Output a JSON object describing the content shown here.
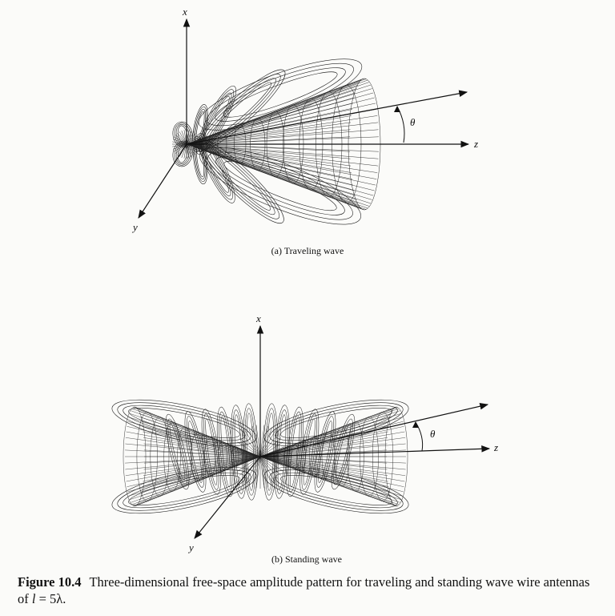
{
  "panel_a": {
    "subcaption": "(a) Traveling wave",
    "axis_x": "x",
    "axis_y": "y",
    "axis_z": "z",
    "angle": "θ"
  },
  "panel_b": {
    "subcaption": "(b) Standing wave",
    "axis_x": "x",
    "axis_y": "y",
    "axis_z": "z",
    "angle": "θ"
  },
  "caption": {
    "figure_number": "Figure 10.4",
    "text_1": "Three-dimensional free-space amplitude pattern for traveling and standing wave wire antennas of ",
    "variable": "l",
    "text_2": " = 5λ."
  }
}
